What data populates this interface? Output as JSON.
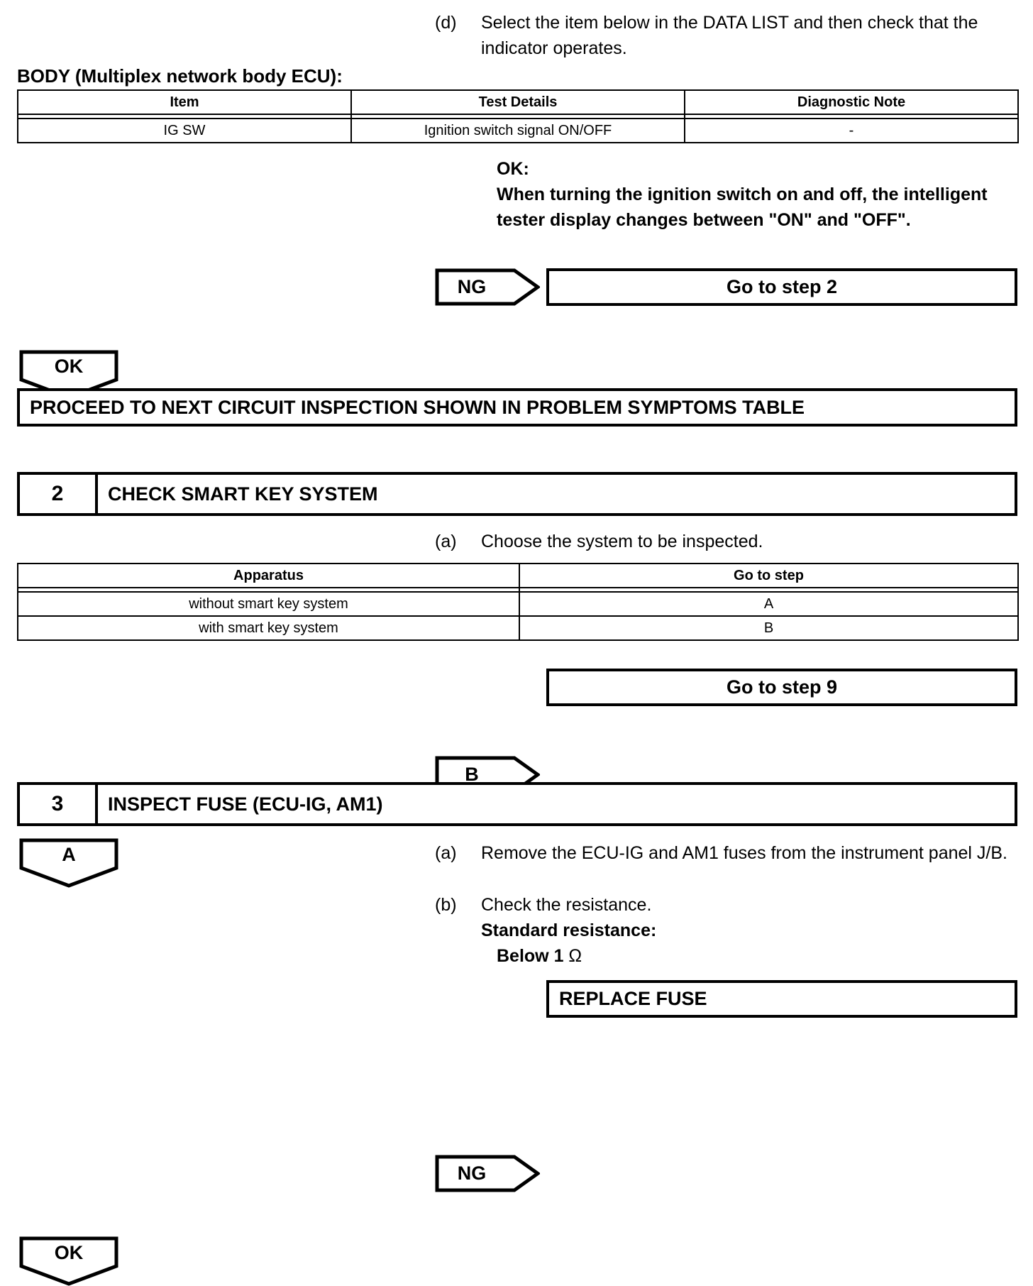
{
  "step1": {
    "instruction_marker": "(d)",
    "instruction_text": "Select the item below in the DATA LIST and then check that the indicator operates.",
    "table_caption": "BODY (Multiplex network body ECU):",
    "table": {
      "headers": [
        "Item",
        "Test Details",
        "Diagnostic Note"
      ],
      "rows": [
        [
          "IG SW",
          "Ignition switch signal ON/OFF",
          "-"
        ]
      ]
    },
    "ok_label": "OK:",
    "ok_text": "When turning the ignition switch on and off, the intelligent tester display changes between \"ON\" and \"OFF\".",
    "ng_arrow_label": "NG",
    "ng_result": "Go to step 2",
    "ok_arrow_label": "OK",
    "proceed_box": "PROCEED TO NEXT CIRCUIT INSPECTION SHOWN IN PROBLEM SYMPTOMS TABLE"
  },
  "step2": {
    "number": "2",
    "title": "CHECK SMART KEY SYSTEM",
    "instruction_marker": "(a)",
    "instruction_text": "Choose the system to be inspected.",
    "table": {
      "headers": [
        "Apparatus",
        "Go to step"
      ],
      "rows": [
        [
          "without smart key system",
          "A"
        ],
        [
          "with smart key system",
          "B"
        ]
      ]
    },
    "b_arrow_label": "B",
    "b_result": "Go to step 9",
    "a_arrow_label": "A"
  },
  "step3": {
    "number": "3",
    "title": "INSPECT FUSE (ECU-IG, AM1)",
    "instructions": [
      {
        "marker": "(a)",
        "text": "Remove the ECU-IG and AM1 fuses from the instrument panel J/B."
      },
      {
        "marker": "(b)",
        "text": "Check the resistance."
      }
    ],
    "standard_label": "Standard resistance:",
    "standard_value_prefix": "Below 1 ",
    "standard_value_unit": "Ω",
    "ng_arrow_label": "NG",
    "ng_result": "REPLACE FUSE",
    "ok_arrow_label": "OK"
  },
  "colors": {
    "ink": "#000000",
    "paper": "#ffffff"
  }
}
